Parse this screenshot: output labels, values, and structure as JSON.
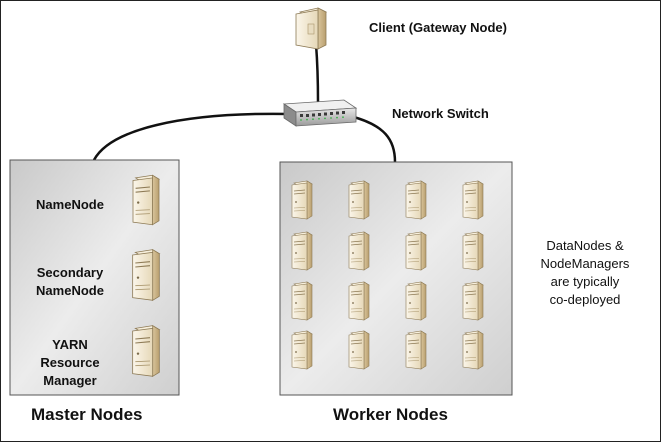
{
  "client": {
    "label": "Client (Gateway Node)"
  },
  "switch": {
    "label": "Network Switch"
  },
  "master": {
    "title": "Master Nodes",
    "nodes": [
      {
        "line1": "NameNode"
      },
      {
        "line1": "Secondary",
        "line2": "NameNode"
      },
      {
        "line1": "YARN",
        "line2": "Resource",
        "line3": "Manager"
      }
    ]
  },
  "worker": {
    "title": "Worker Nodes",
    "note": {
      "line1": "DataNodes &",
      "line2": "NodeManagers",
      "line3": "are typically",
      "line4": "co-deployed"
    }
  },
  "colors": {
    "panel": "#d9d9d9",
    "panel_border": "#555555",
    "server_body": "#f1e8d6",
    "server_shadow": "#c8b48f",
    "cable": "#111111"
  }
}
